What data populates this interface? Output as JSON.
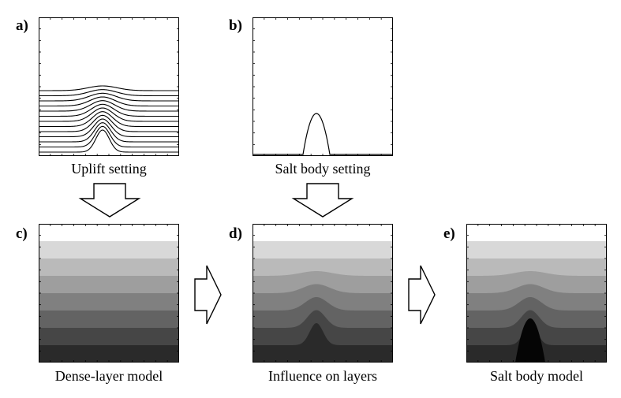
{
  "panels": {
    "a": {
      "label": "a)",
      "caption": "Uplift setting"
    },
    "b": {
      "label": "b)",
      "caption": "Salt body setting"
    },
    "c": {
      "label": "c)",
      "caption": "Dense-layer model"
    },
    "d": {
      "label": "d)",
      "caption": "Influence on layers"
    },
    "e": {
      "label": "e)",
      "caption": "Salt body model"
    }
  },
  "colors": {
    "layers": [
      "#ffffff",
      "#d8d8d8",
      "#bababa",
      "#9e9e9e",
      "#808080",
      "#636363",
      "#464646",
      "#2a2a2a"
    ],
    "salt": "#050505",
    "frame": "#000000"
  }
}
